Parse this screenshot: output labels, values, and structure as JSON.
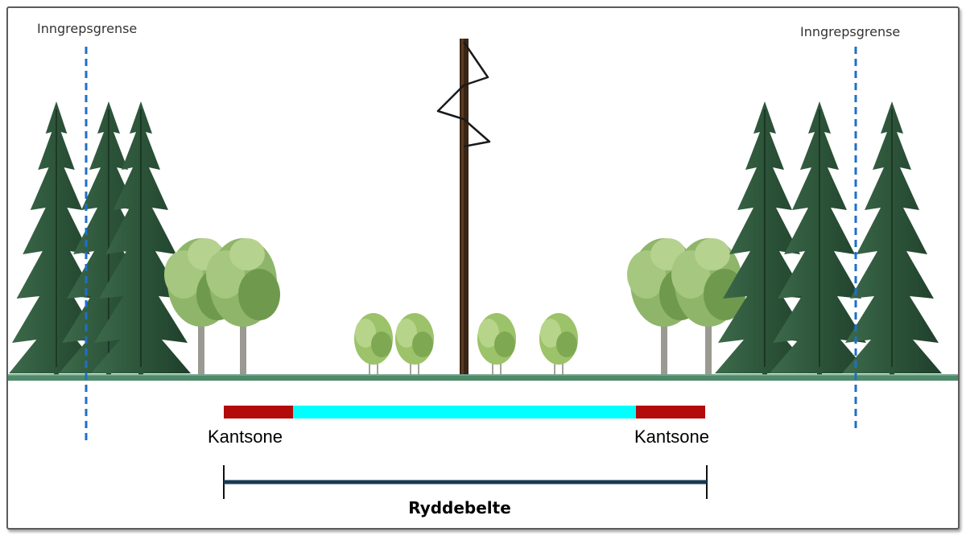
{
  "labels": {
    "boundary_left": "Inngrepsgrense",
    "boundary_right": "Inngrepsgrense",
    "edge_zone_left": "Kantsone",
    "edge_zone_right": "Kantsone",
    "clearing_belt": "Ryddebelte"
  },
  "colors": {
    "edge_zone": "#b30a0a",
    "clearing_zone": "#00ffff",
    "boundary_line": "#1f6fc8",
    "ground": "#4f8a6a",
    "pole": "#3a2414",
    "spruce": "#2f5a3e",
    "deciduous": "#7fa85a",
    "dimension_line": "#173a52"
  }
}
